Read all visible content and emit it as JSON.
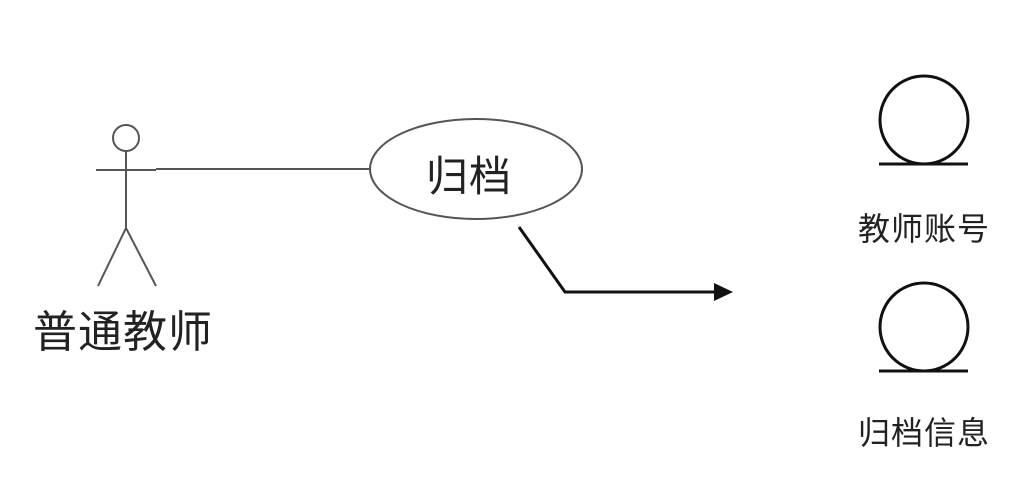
{
  "actor": {
    "label": "普通教师"
  },
  "use_case": {
    "label": "归档"
  },
  "entities": [
    {
      "label": "教师账号"
    },
    {
      "label": "归档信息"
    }
  ],
  "colors": {
    "stroke": "#555555",
    "stroke_dark": "#111111",
    "text": "#222222",
    "background": "#ffffff"
  }
}
